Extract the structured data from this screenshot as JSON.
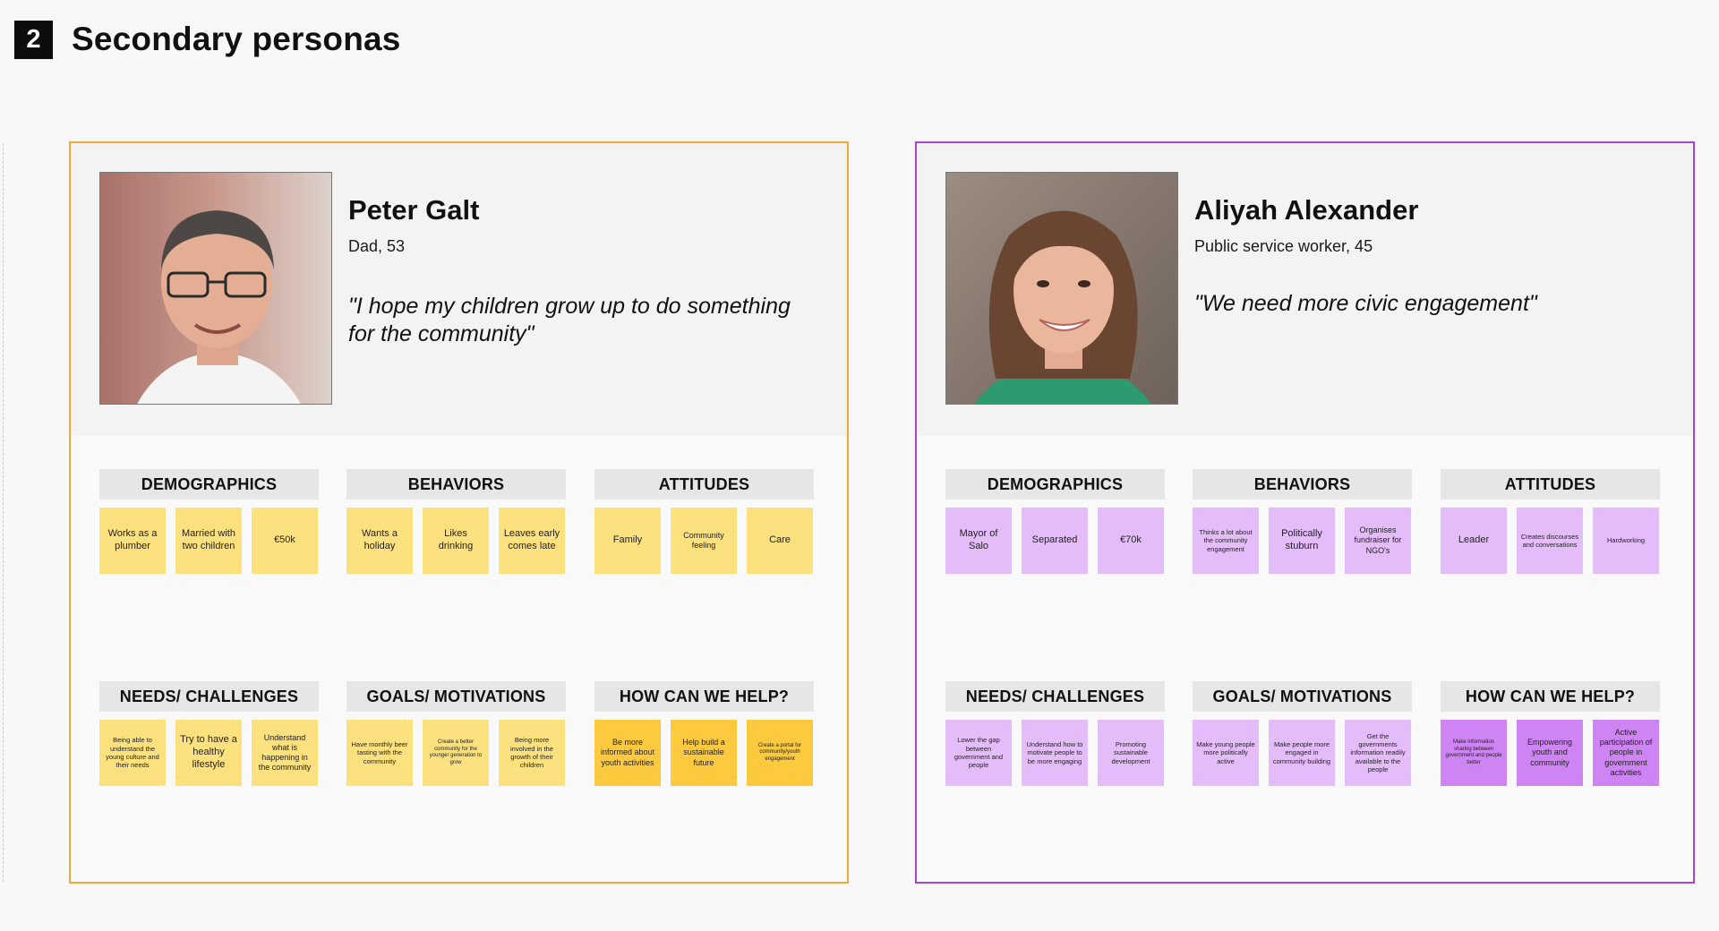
{
  "section": {
    "number": "2",
    "title": "Secondary personas"
  },
  "personas": [
    {
      "name": "Peter Galt",
      "subtitle": "Dad, 53",
      "quote": "\"I hope my children grow up to do something for the community\"",
      "accent": "#f3a93a",
      "categories": [
        {
          "title": "DEMOGRAPHICS",
          "notes": [
            "Works as a plumber",
            "Married with two children",
            "€50k"
          ]
        },
        {
          "title": "BEHAVIORS",
          "notes": [
            "Wants a holiday",
            "Likes drinking",
            "Leaves early comes late"
          ]
        },
        {
          "title": "ATTITUDES",
          "notes": [
            "Family",
            "Community feeling",
            "Care"
          ]
        },
        {
          "title": "NEEDS/ CHALLENGES",
          "notes": [
            "Being able to understand the young culture and their needs",
            "Try to have a healthy lifestyle",
            "Understand what is happening in the community"
          ]
        },
        {
          "title": "GOALS/ MOTIVATIONS",
          "notes": [
            "Have monthly beer tasting with the community",
            "Create a better community for the younger generation to grow",
            "Being more involved in the growth of their children"
          ]
        },
        {
          "title": "HOW CAN WE HELP?",
          "notes": [
            "Be more informed about youth activities",
            "Help build a sustainable future",
            "Create a portal for community/youth engagement"
          ]
        }
      ]
    },
    {
      "name": "Aliyah Alexander",
      "subtitle": "Public service worker, 45",
      "quote": "\"We need more civic engagement\"",
      "accent": "#a844d4",
      "categories": [
        {
          "title": "DEMOGRAPHICS",
          "notes": [
            "Mayor of Salo",
            "Separated",
            "€70k"
          ]
        },
        {
          "title": "BEHAVIORS",
          "notes": [
            "Thinks a lot about the community engagement",
            "Politically stuburn",
            "Organises fundraiser for NGO's"
          ]
        },
        {
          "title": "ATTITUDES",
          "notes": [
            "Leader",
            "Creates discourses and conversations",
            "Hardworking"
          ]
        },
        {
          "title": "NEEDS/ CHALLENGES",
          "notes": [
            "Lower the gap between government and people",
            "Understand how to motivate people to be more engaging",
            "Promoting sustainable development"
          ]
        },
        {
          "title": "GOALS/ MOTIVATIONS",
          "notes": [
            "Make young people more politically active",
            "Make people more engaged in community building",
            "Get the governments information readily available to the people"
          ]
        },
        {
          "title": "HOW CAN WE HELP?",
          "notes": [
            "Make information sharing between government and people better",
            "Empowering youth and community",
            "Active participation of people in government activities"
          ]
        }
      ]
    }
  ]
}
